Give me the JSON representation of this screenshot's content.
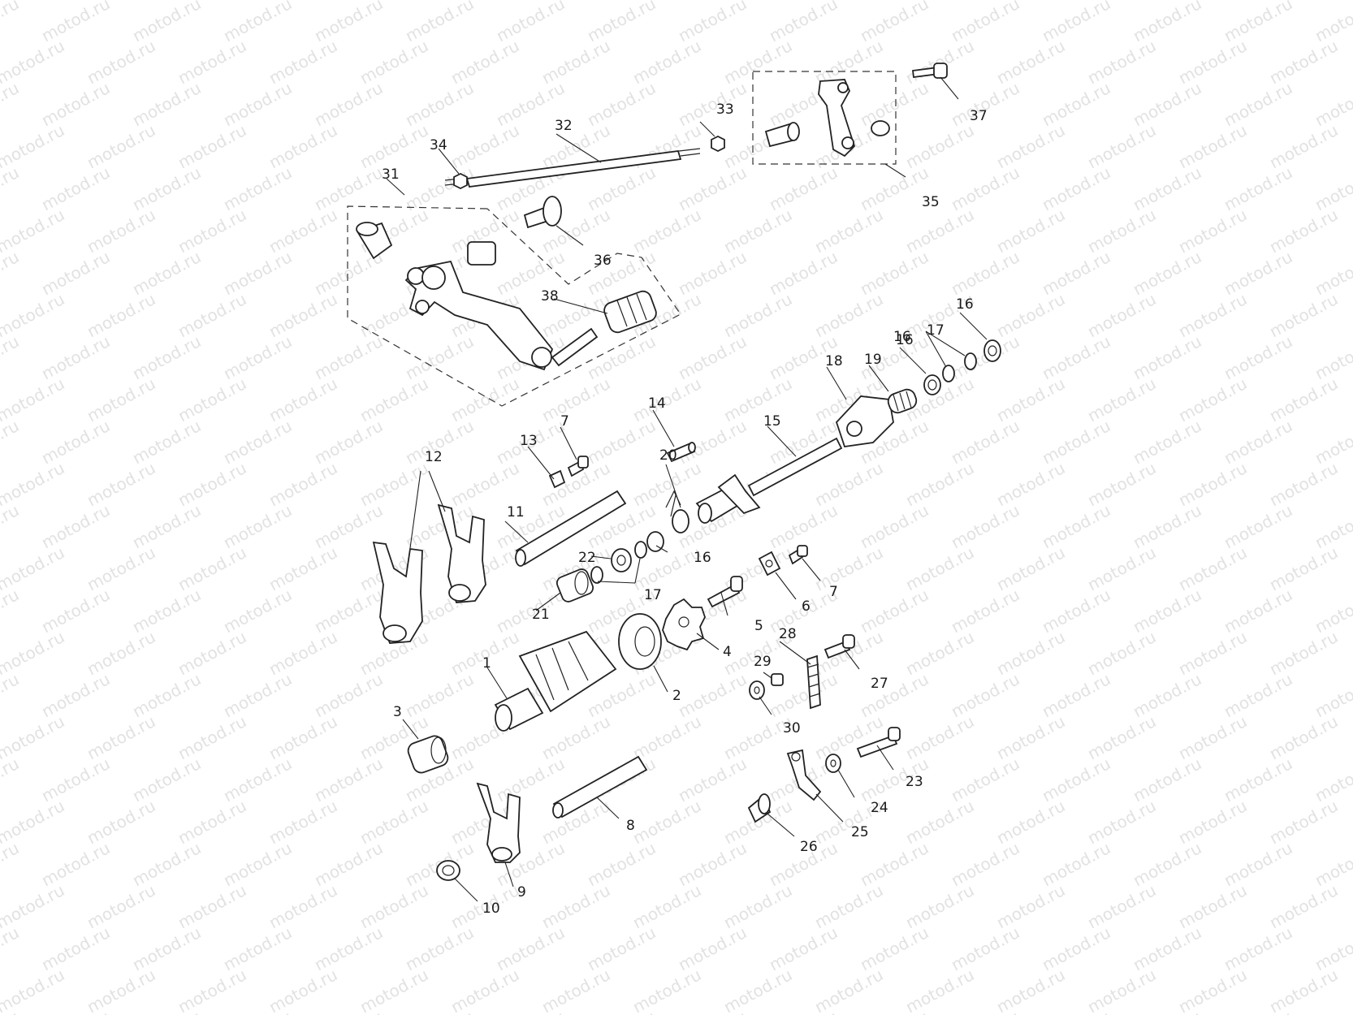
{
  "diagram": {
    "watermark": "motod.ru",
    "callouts": [
      "1",
      "2",
      "3",
      "4",
      "5",
      "6",
      "7",
      "7",
      "8",
      "9",
      "10",
      "11",
      "12",
      "13",
      "14",
      "15",
      "16",
      "16",
      "16",
      "16",
      "17",
      "17",
      "18",
      "19",
      "20",
      "21",
      "22",
      "23",
      "24",
      "25",
      "26",
      "27",
      "28",
      "29",
      "30",
      "31",
      "32",
      "33",
      "34",
      "35",
      "36",
      "37",
      "38"
    ]
  }
}
